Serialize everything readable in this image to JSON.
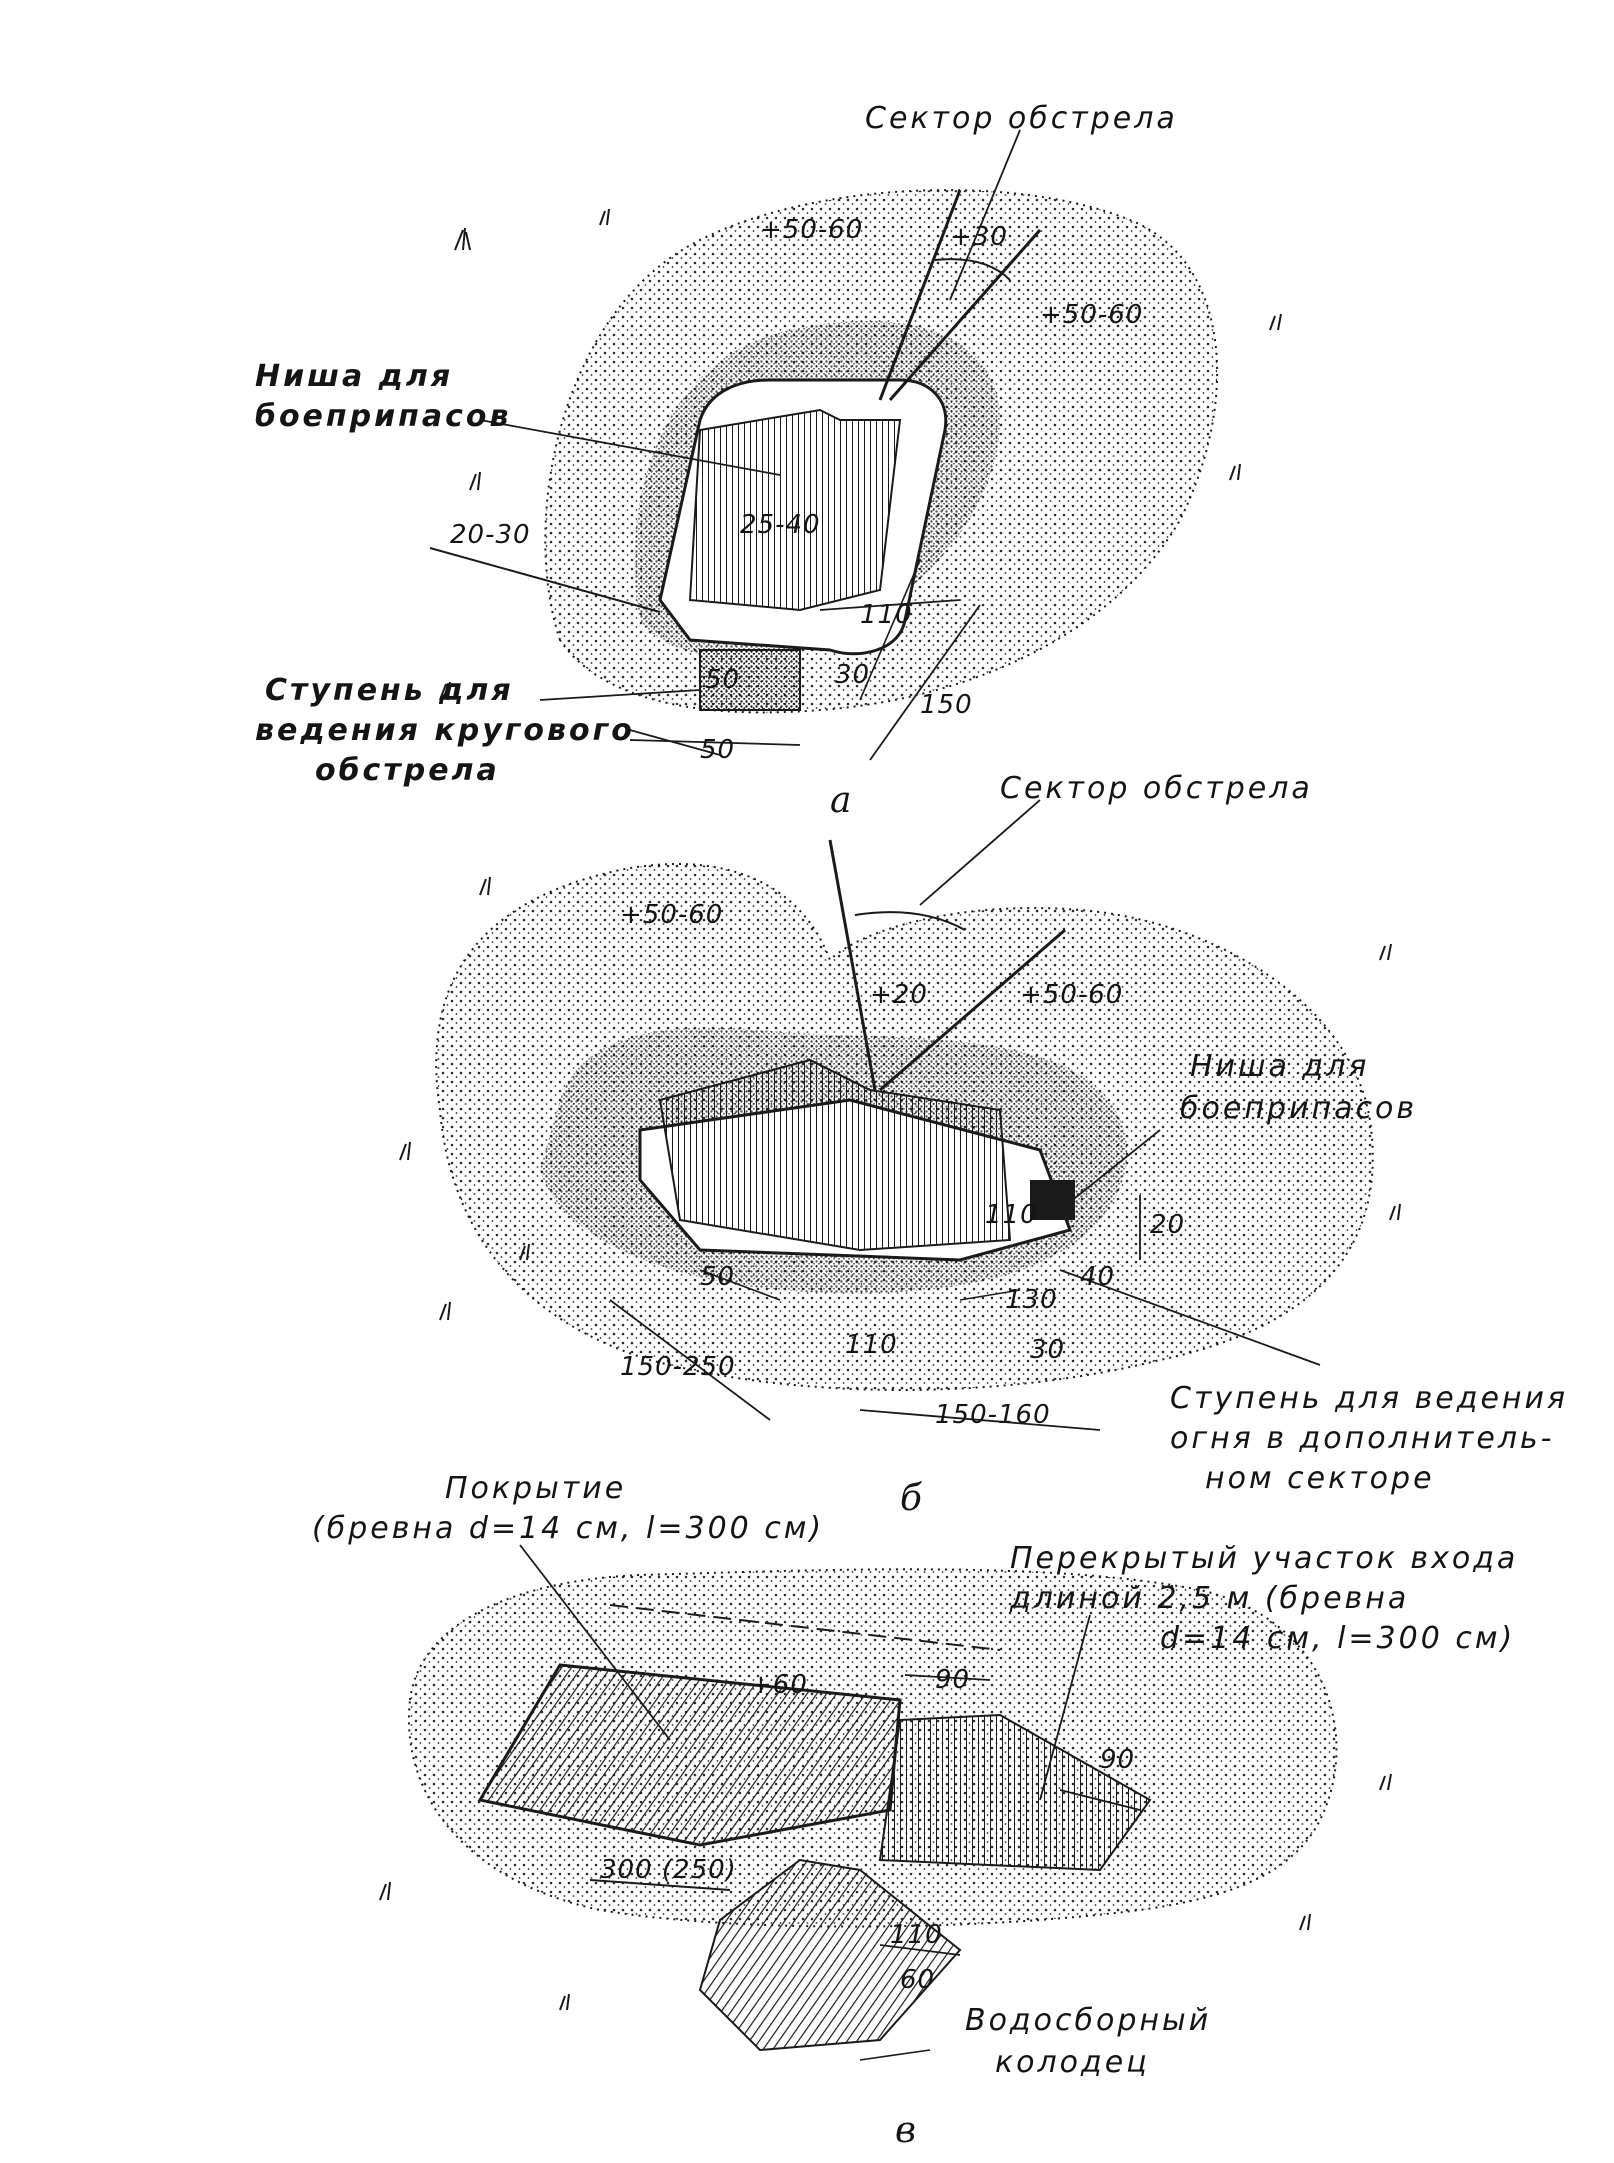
{
  "figure_a": {
    "caption": "а",
    "sector_label": "Сектор обстрела",
    "niche_label_line1": "Ниша для",
    "niche_label_line2": "боеприпасов",
    "step_label_line1": "Ступень для",
    "step_label_line2": "ведения кругового",
    "step_label_line3": "обстрела",
    "dims": [
      "+50-60",
      "+30",
      "+50-60",
      "20-30",
      "110",
      "50",
      "150",
      "50",
      "30",
      "25-40"
    ]
  },
  "figure_b": {
    "caption": "б",
    "sector_label": "Сектор обстрела",
    "niche_label_line1": "Ниша для",
    "niche_label_line2": "боеприпасов",
    "step_label_line1": "Ступень для ведения",
    "step_label_line2": "огня в дополнитель-",
    "step_label_line3": "ном секторе",
    "dims": [
      "+50-60",
      "+20",
      "+50-60",
      "20",
      "40",
      "50",
      "110",
      "150-250",
      "150-160",
      "30",
      "130",
      "110"
    ]
  },
  "figure_c": {
    "caption": "в",
    "cover_label_line1": "Покрытие",
    "cover_label_line2": "(бревна d=14 см, l=300 см)",
    "covered_label_line1": "Перекрытый участок входа",
    "covered_label_line2": "длиной  2,5 м  (бревна",
    "covered_label_line3": "d=14 см,  l=300 см)",
    "well_label_line1": "Водосборный",
    "well_label_line2": "колодец",
    "dims": [
      "+60",
      "90",
      "90",
      "300 (250)",
      "110",
      "60"
    ]
  },
  "colors": {
    "ink": "#141414",
    "paper": "#ffffff",
    "earth_dot": "#2a2a2a"
  }
}
